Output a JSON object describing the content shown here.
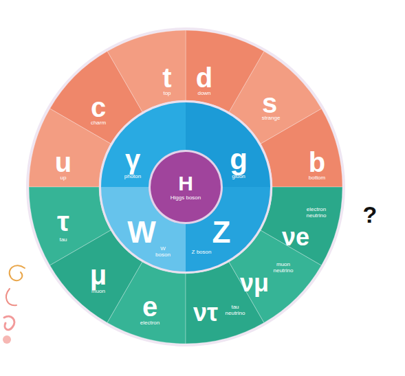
{
  "diagram": {
    "nodes": [
      {
        "text": [
          "?"
        ]
      },
      {
        "text": [
          "u",
          "up"
        ],
        "in": 0
      },
      {
        "text": [
          "c",
          "charm"
        ],
        "in": 0
      },
      {
        "text": [
          "t",
          "top"
        ],
        "in": 0
      },
      {
        "text": [
          "d",
          "down"
        ],
        "in": 0
      },
      {
        "text": [
          "s",
          "strange"
        ],
        "in": 0
      },
      {
        "text": [
          "b",
          "bottom"
        ],
        "in": 0
      },
      {
        "text": [
          "γ",
          "photon"
        ],
        "in": 0
      },
      {
        "text": [
          "g",
          "gluon"
        ],
        "in": 0
      },
      {
        "text": [
          "H",
          "Higgs boson"
        ],
        "in": 0
      },
      {
        "text": [
          "W",
          "W boson"
        ],
        "in": 0
      },
      {
        "text": [
          "Z",
          "Z boson"
        ],
        "in": 0
      },
      {
        "text": [
          "τ",
          "tau"
        ],
        "in": 0
      },
      {
        "text": [
          "μ",
          "muon"
        ],
        "in": 0
      },
      {
        "text": [
          "e",
          "electron"
        ],
        "in": 0
      },
      {
        "text": [
          "ντ",
          "tau neutrino"
        ],
        "in": 0
      },
      {
        "text": [
          "νμ",
          "muon neutrino"
        ],
        "in": 0
      },
      {
        "text": [
          "νe",
          "electron neutrino"
        ],
        "in": 0
      }
    ]
  }
}
